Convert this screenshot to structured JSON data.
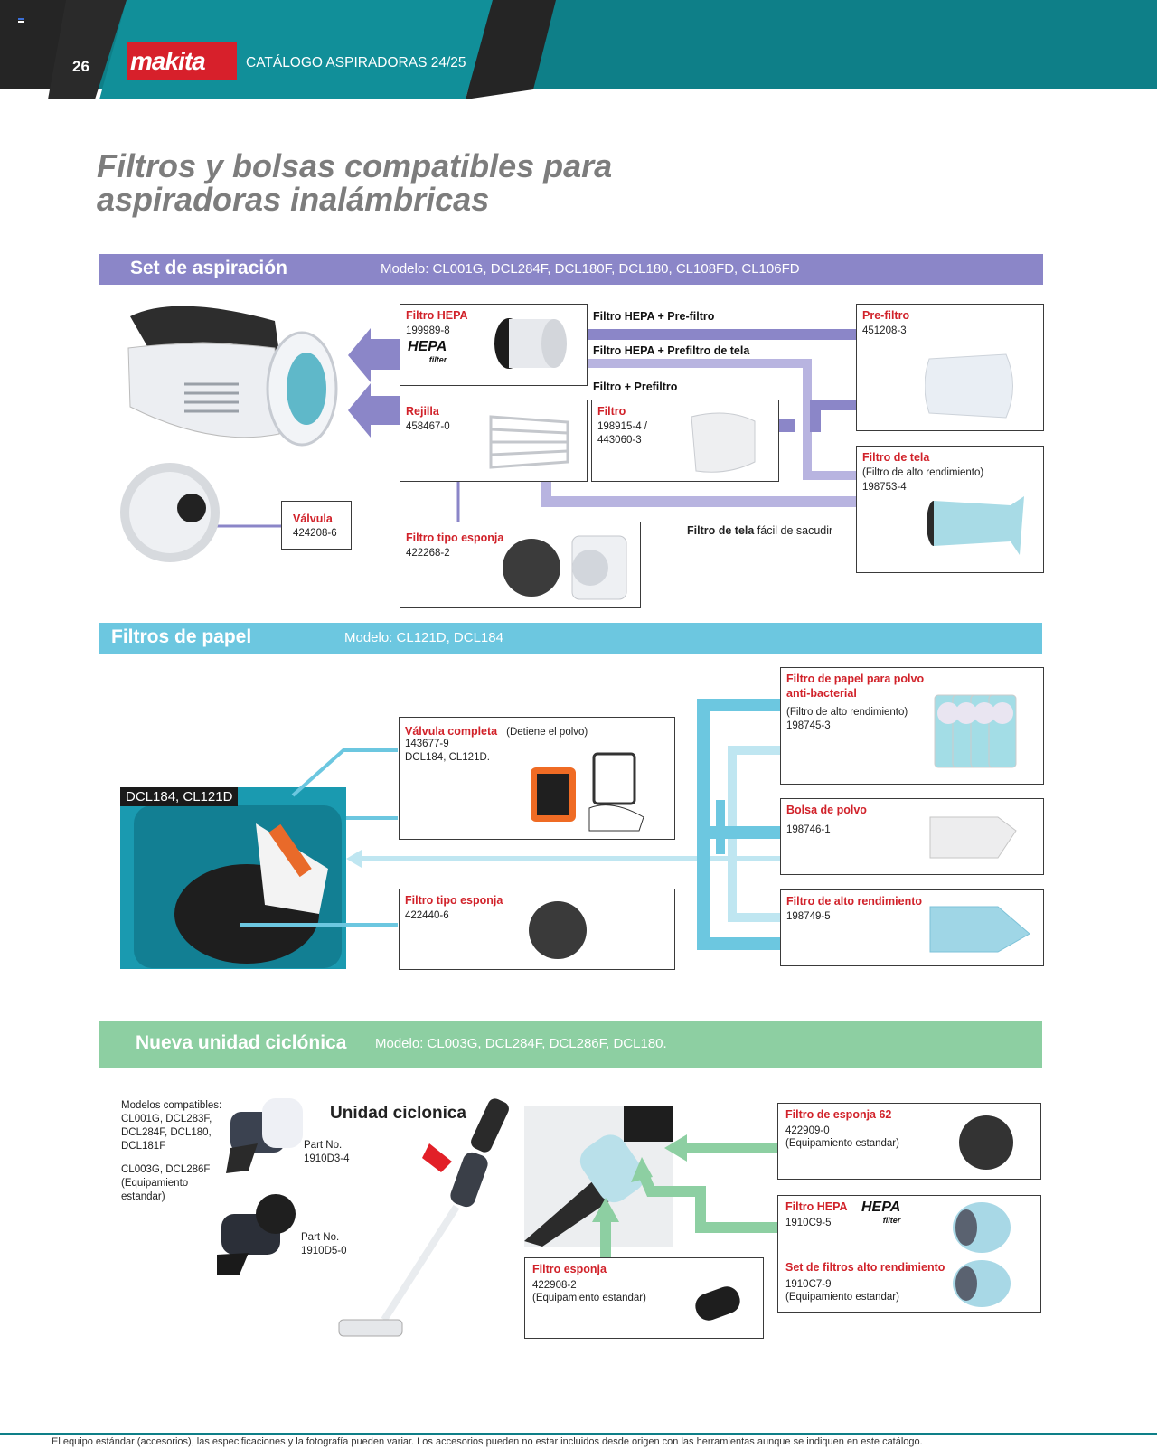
{
  "header": {
    "page_number": "26",
    "brand": "makita",
    "catalog_title": "CATÁLOGO ASPIRADORAS 24/25"
  },
  "title": {
    "line1": "Filtros y bolsas compatibles para",
    "line2": "aspiradoras inalámbricas"
  },
  "section1": {
    "title": "Set de aspiración",
    "models": "Modelo:  CL001G, DCL284F, DCL180F, DCL180, CL108FD, CL106FD",
    "color": "#8b86c8",
    "filtro_hepa": {
      "name": "Filtro HEPA",
      "code": "199989-8",
      "logo": "HEPA",
      "logo_sub": "filter"
    },
    "rejilla": {
      "name": "Rejilla",
      "code": "458467-0"
    },
    "filtro": {
      "name": "Filtro",
      "code1": "198915-4 /",
      "code2": "443060-3"
    },
    "valvula": {
      "name": "Válvula",
      "code": "424208-6"
    },
    "filtro_esponja": {
      "name": "Filtro tipo esponja",
      "code": "422268-2"
    },
    "pre_filtro": {
      "name": "Pre-filtro",
      "code": "451208-3"
    },
    "filtro_tela": {
      "name": "Filtro de tela",
      "desc": "(Filtro de alto rendimiento)",
      "code": "198753-4"
    },
    "route_labels": {
      "a": "Filtro HEPA + Pre-filtro",
      "b": "Filtro HEPA + Prefiltro de tela",
      "c": "Filtro + Prefiltro",
      "d_bold": "Filtro de tela",
      "d_rest": " fácil de sacudir"
    }
  },
  "section2": {
    "title": "Filtros de papel",
    "models": "Modelo:  CL121D, DCL184",
    "color": "#6cc7e0",
    "photo_label": "DCL184, CL121D",
    "valvula_completa": {
      "name": "Válvula completa",
      "note": "(Detiene el polvo)",
      "code": "143677-9",
      "models": "DCL184, CL121D."
    },
    "filtro_esponja": {
      "name": "Filtro tipo esponja",
      "code": "422440-6"
    },
    "papel": {
      "name1": "Filtro de papel para polvo",
      "name2": "anti-bacterial",
      "desc": "(Filtro de alto rendimiento)",
      "code": "198745-3"
    },
    "bolsa": {
      "name": "Bolsa de polvo",
      "code": "198746-1"
    },
    "alto": {
      "name": "Filtro de alto rendimiento",
      "code": "198749-5"
    }
  },
  "section3": {
    "title": "Nueva unidad ciclónica",
    "models": "Modelo:  CL003G, DCL284F, DCL286F, DCL180.",
    "color": "#8dcfa2",
    "compat_title": "Modelos compatibles:",
    "compat1": [
      "CL001G, DCL283F,",
      "DCL284F, DCL180,",
      "DCL181F"
    ],
    "compat2": [
      "CL003G, DCL286F",
      "(Equipamiento",
      "estandar)"
    ],
    "part1": {
      "label": "Part No.",
      "code": "1910D3-4"
    },
    "part2": {
      "label": "Part No.",
      "code": "1910D5-0"
    },
    "unit_title": "Unidad ciclonica",
    "esponja62": {
      "name": "Filtro de esponja 62",
      "code": "422909-0",
      "note": "(Equipamiento estandar)"
    },
    "hepa": {
      "name": "Filtro HEPA",
      "code": "1910C9-5",
      "logo": "HEPA",
      "logo_sub": "filter"
    },
    "set_alto": {
      "name": "Set de filtros alto rendimiento",
      "code": "1910C7-9",
      "note": "(Equipamiento estandar)"
    },
    "esponja": {
      "name": "Filtro esponja",
      "code": "422908-2",
      "note": "(Equipamiento estandar)"
    }
  },
  "footer": "El equipo estándar (accesorios), las especificaciones y la fotografía pueden variar. Los accesorios pueden no estar incluidos desde origen con las herramientas aunque se indiquen en este catálogo."
}
